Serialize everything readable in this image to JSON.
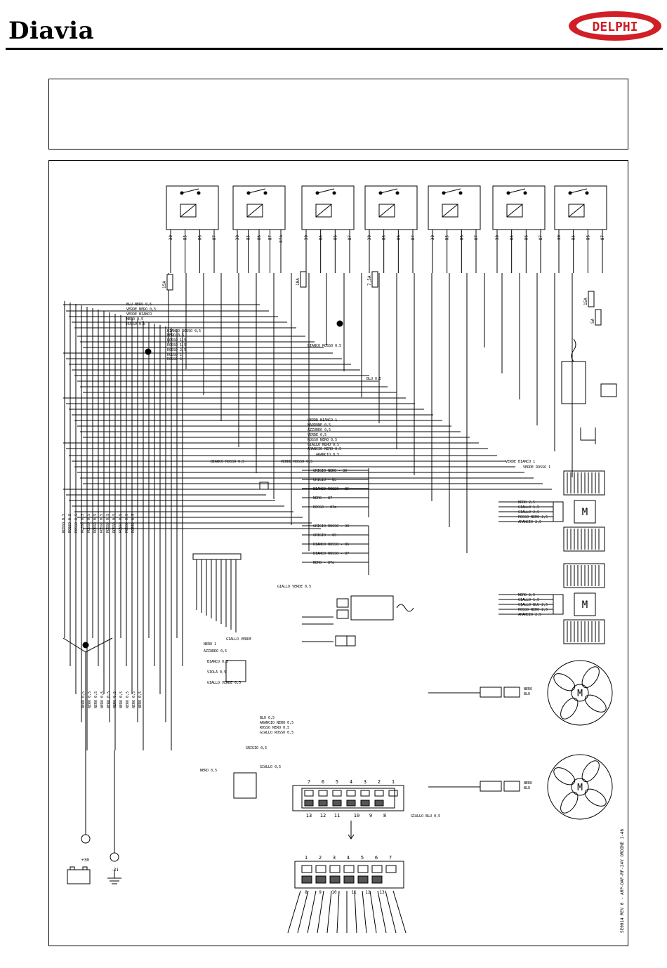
{
  "header": {
    "brand": "Diavia",
    "logo_text": "DELPHI",
    "logo_color": "#d01f26"
  },
  "diagram": {
    "relays": [
      {
        "pins": [
          "30",
          "85",
          "86",
          "87"
        ]
      },
      {
        "pins": [
          "30",
          "85",
          "86",
          "87",
          "87a"
        ]
      },
      {
        "pins": [
          "30",
          "85",
          "86",
          "87"
        ]
      },
      {
        "pins": [
          "30",
          "85",
          "86",
          "87"
        ]
      },
      {
        "pins": [
          "30",
          "85",
          "86",
          "87"
        ]
      },
      {
        "pins": [
          "30",
          "85",
          "86",
          "87"
        ]
      },
      {
        "pins": [
          "30",
          "85",
          "86",
          "87"
        ]
      }
    ],
    "fuses": [
      "15A",
      "10A",
      "7,5A",
      "15A",
      "5A"
    ],
    "wire_labels": [
      "BLU NERO 0,5",
      "VERDE NERO 0,5",
      "VERDE BIANCO",
      "NERO 0,5",
      "ROSSO 0,5",
      "BIANCO ROSSO 0,5",
      "NERO 0,5",
      "ROSSO 1,5",
      "ROSSO 1,5",
      "ROSSO 2,5",
      "ROSSO 1",
      "ROSSO 6",
      "BIANCO ROSSO 0,5",
      "BLU 0,5",
      "VERDE BIANCO 1",
      "MARRONE 0,5",
      "AZZURRO 0,5",
      "VERDE 0,5",
      "ROSSO NERO 0,5",
      "GIALLO NERO 0,5",
      "ARANCIO NERO 0,5",
      "ARANCIO 0,5",
      "VERDE BIANCO 1",
      "VERDE ROSSO 1",
      "BIANCO ROSSO 0,5",
      "VERDE ROSSO 0,5",
      "GIALLO VERDE 0,5",
      "GIALLO VERDE",
      "NERO 1",
      "AZZURRO 0,5",
      "BIANCO 0,5",
      "VIOLA 0,5",
      "GIALLO VERDE 0,5",
      "BLU 0,5",
      "ARANCIO NERO 0,5",
      "ROSSO NERO 0,5",
      "GIALLO ROSSO 0,5",
      "GRIGIO 0,5",
      "NERO 0,5",
      "GIALLO 0,5",
      "GIALLO BLU 0,5"
    ],
    "switch_terminals": [
      "GRIGIO NERO - 30",
      "GRIGIO - 85",
      "BIANCO ROSSO - 86",
      "NERO - 87",
      "ROSSO - 87a",
      "GRIGIO ROSSO - 30",
      "GRIGIO - 85",
      "BIANCO ROSSO - 86",
      "BIANCO ROSSO - 87",
      "NERO - 87a"
    ],
    "blower_labels_1": [
      "NERO 2,5",
      "GIALLO 1,5",
      "GIALLO 2,5",
      "ROSSO NERO 2,5",
      "ARANCIO 2,5"
    ],
    "blower_labels_2": [
      "NERO 2,5",
      "GIALLO 1,5",
      "GIALLO BLU 2,5",
      "ROSSO NERO 2,5",
      "ARANCIO 2,5"
    ],
    "fan_labels_1": [
      "NERO",
      "BLU"
    ],
    "fan_labels_2": [
      "NERO",
      "BLU"
    ],
    "connector_top_numbers": [
      "7",
      "6",
      "5",
      "4",
      "3",
      "2",
      "1"
    ],
    "connector_bottom_numbers": [
      "13",
      "12",
      "11",
      "10",
      "9",
      "8"
    ],
    "connector2_top_numbers": [
      "1",
      "2",
      "3",
      "4",
      "5",
      "6",
      "7"
    ],
    "connector2_bottom_numbers": [
      "8",
      "9",
      "10",
      "11",
      "12",
      "13"
    ],
    "battery_labels": [
      "+30",
      "-31"
    ],
    "side_note": "SE0014 REV 0 - ARP-DAF-RF-24V  ORDINE 1-46"
  }
}
